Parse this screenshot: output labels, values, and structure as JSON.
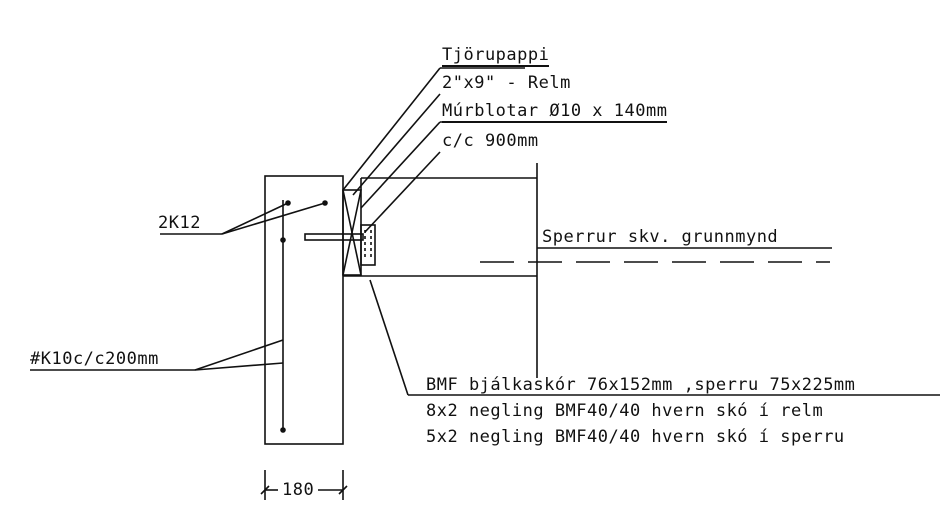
{
  "labels": {
    "tjorupappi": "Tjörupappi",
    "relm": "2\"x9\" - Relm",
    "murblotar": "Múrblotar Ø10 x 140mm",
    "cc": "c/c 900mm",
    "rebar_2k12": "2K12",
    "rebar_k10": "#K10c/c200mm",
    "sperrur": "Sperrur skv. grunnmynd",
    "bmf_line1": "BMF bjálkaskór 76x152mm ,sperru 75x225mm",
    "bmf_line2": "8x2 negling BMF40/40 hvern skó í relm",
    "bmf_line3": "5x2 negling BMF40/40 hvern skó í sperru",
    "dimension": "180"
  },
  "colors": {
    "ink": "#111111",
    "background": "#ffffff"
  }
}
